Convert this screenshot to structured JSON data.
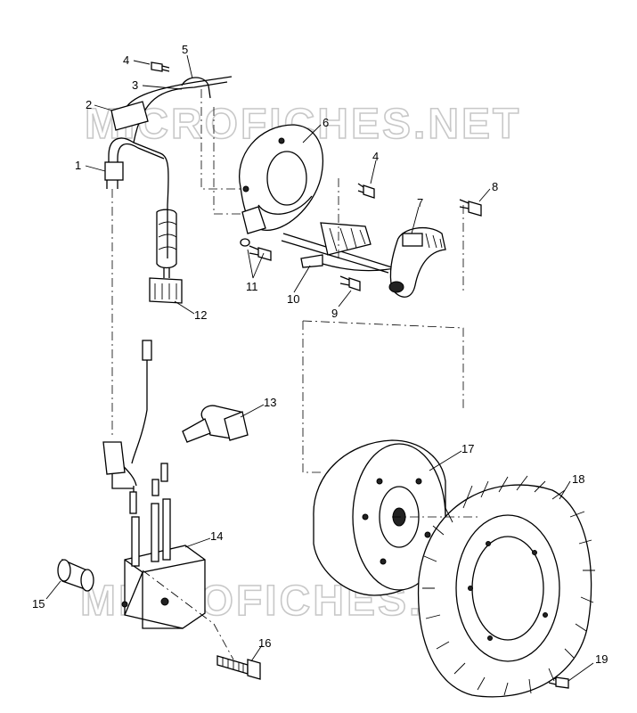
{
  "watermark": "MICROFICHES.NET",
  "callouts": [
    "1",
    "2",
    "3",
    "4",
    "5",
    "6",
    "4",
    "8",
    "7",
    "11",
    "10",
    "9",
    "12",
    "13",
    "17",
    "18",
    "14",
    "15",
    "16",
    "19"
  ]
}
